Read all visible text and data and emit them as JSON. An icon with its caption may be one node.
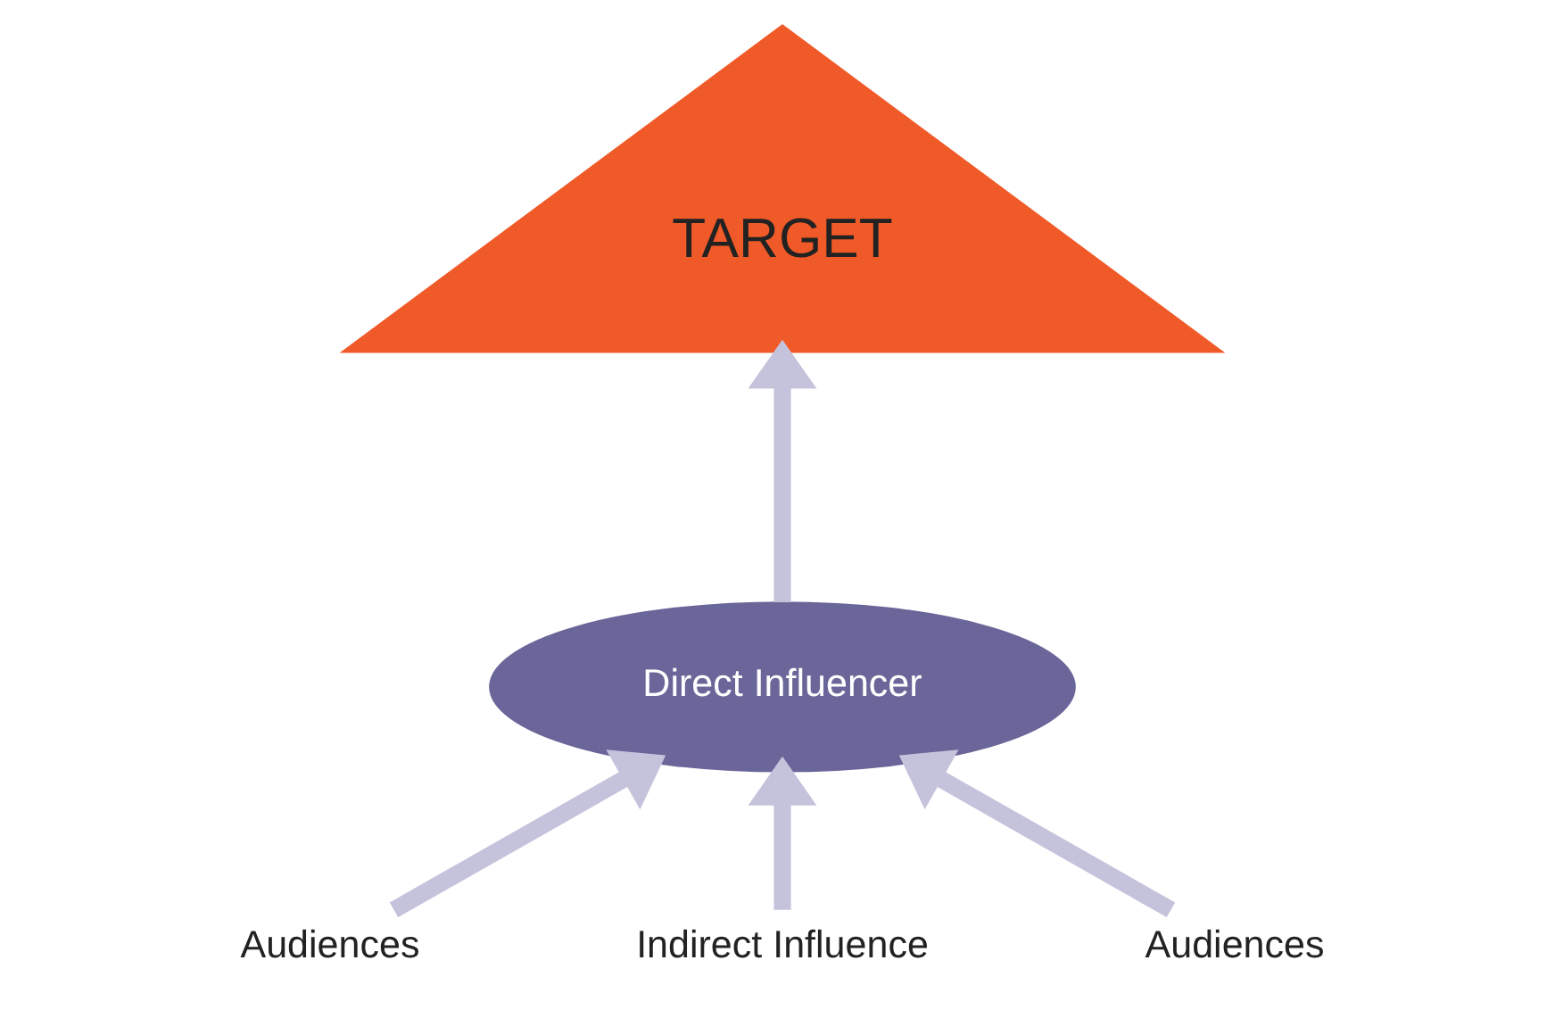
{
  "diagram": {
    "nodes": [
      {
        "text": [
          "TARGET"
        ]
      },
      {
        "text": [
          "Direct Influencer"
        ]
      },
      {
        "text": [
          "Audiences"
        ]
      },
      {
        "text": [
          "Indirect Influence"
        ]
      },
      {
        "text": [
          "Audiences"
        ]
      }
    ],
    "edges": [
      {
        "from": 1,
        "to": 0,
        "arrow": "to"
      },
      {
        "from": 2,
        "to": 1,
        "arrow": "to"
      },
      {
        "from": 3,
        "to": 1,
        "arrow": "to"
      },
      {
        "from": 4,
        "to": 1,
        "arrow": "to"
      }
    ]
  }
}
